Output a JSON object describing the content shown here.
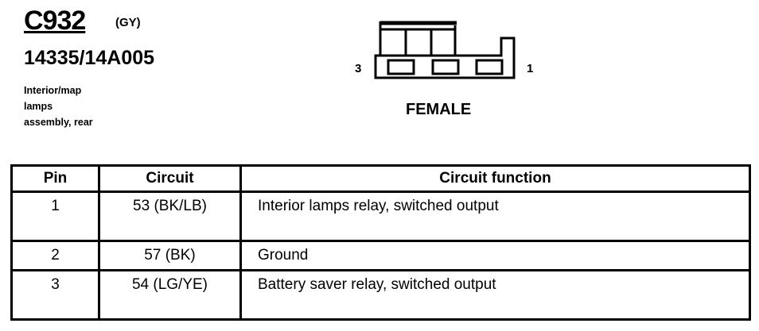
{
  "connector": {
    "code": "C932",
    "color": "(GY)",
    "part_number": "14335/14A005",
    "description_lines": [
      "Interior/map",
      "lamps",
      "assembly, rear"
    ],
    "pin_left_label": "3",
    "pin_right_label": "1",
    "gender": "FEMALE"
  },
  "table": {
    "headers": [
      "Pin",
      "Circuit",
      "Circuit function"
    ],
    "rows": [
      {
        "pin": "1",
        "circuit": "53 (BK/LB)",
        "function": "Interior lamps relay, switched output"
      },
      {
        "pin": "2",
        "circuit": "57 (BK)",
        "function": "Ground"
      },
      {
        "pin": "3",
        "circuit": "54 (LG/YE)",
        "function": "Battery saver relay, switched output"
      }
    ]
  }
}
